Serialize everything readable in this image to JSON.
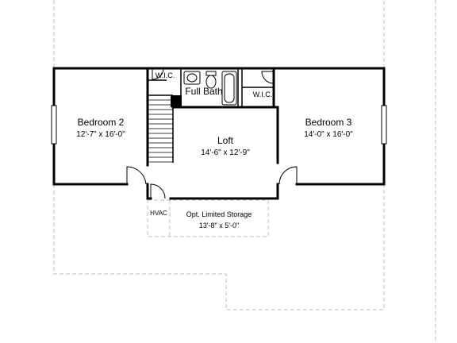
{
  "rooms": {
    "bedroom2": {
      "name": "Bedroom 2",
      "size": "12'-7\" x 16'-0\""
    },
    "bedroom3": {
      "name": "Bedroom 3",
      "size": "14'-0\" x 16'-0\""
    },
    "loft": {
      "name": "Loft",
      "size": "14'-6\" x 12'-9\""
    },
    "full_bath": {
      "name": "Full Bath"
    },
    "wic_left": {
      "name": "W.I.C."
    },
    "wic_right": {
      "name": "W.I.C."
    },
    "hvac": {
      "name": "HVAC"
    },
    "storage": {
      "name": "Opt. Limited Storage",
      "size": "13'-8\" x 5'-0\""
    }
  }
}
